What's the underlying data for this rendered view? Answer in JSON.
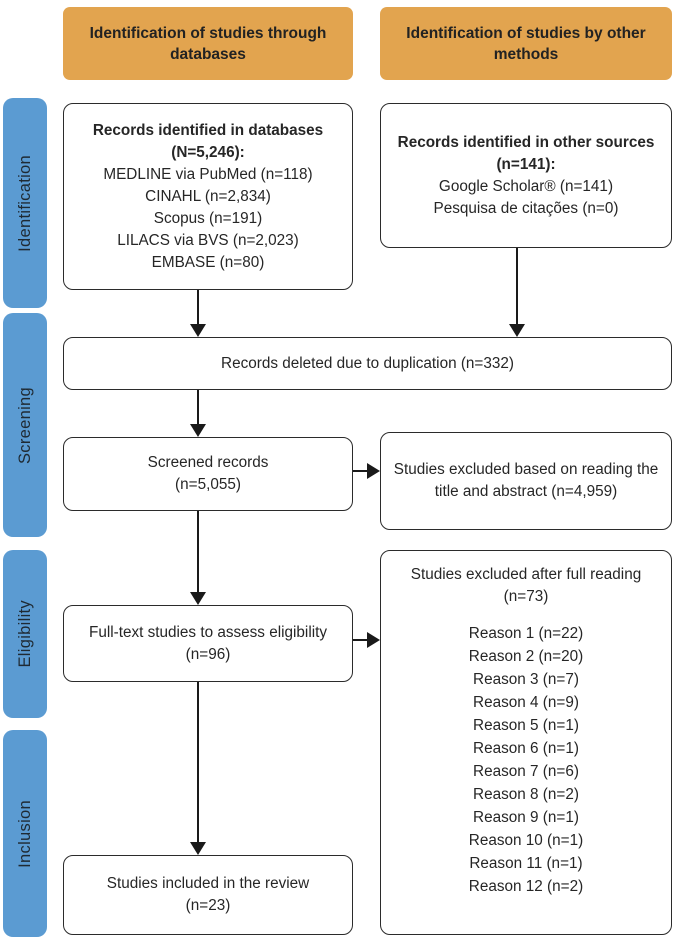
{
  "colors": {
    "accent_orange": "#E2A44F",
    "accent_blue": "#5B9BD2",
    "box_border": "#2b2b2b",
    "text": "#262626"
  },
  "headers": {
    "databases": "Identification of studies through databases",
    "other_methods": "Identification of studies by other methods"
  },
  "stages": [
    {
      "label": "Identification"
    },
    {
      "label": "Screening"
    },
    {
      "label": "Eligibility"
    },
    {
      "label": "Inclusion"
    }
  ],
  "boxes": {
    "databases": {
      "title": "Records identified in databases (N=5,246):",
      "items": [
        "MEDLINE via PubMed (n=118)",
        "CINAHL (n=2,834)",
        "Scopus (n=191)",
        "LILACS via BVS (n=2,023)",
        "EMBASE (n=80)"
      ]
    },
    "other_sources": {
      "title": "Records identified in other sources (n=141):",
      "items": [
        "Google Scholar® (n=141)",
        "Pesquisa de citações (n=0)"
      ]
    },
    "duplicates": {
      "text": "Records deleted due to duplication (n=332)"
    },
    "screened": {
      "line1": "Screened records",
      "line2": "(n=5,055)"
    },
    "excluded_abstract": {
      "text": "Studies excluded based on reading the title and abstract (n=4,959)"
    },
    "fulltext": {
      "line1": "Full-text studies to assess eligibility",
      "line2": "(n=96)"
    },
    "excluded_fullread": {
      "title": "Studies excluded after full reading",
      "subtitle": "(n=73)",
      "reasons": [
        "Reason 1 (n=22)",
        "Reason 2 (n=20)",
        "Reason 3 (n=7)",
        "Reason 4 (n=9)",
        "Reason 5 (n=1)",
        "Reason 6 (n=1)",
        "Reason 7 (n=6)",
        "Reason 8 (n=2)",
        "Reason 9 (n=1)",
        "Reason 10 (n=1)",
        "Reason 11 (n=1)",
        "Reason 12 (n=2)"
      ]
    },
    "included": {
      "line1": "Studies included in the review",
      "line2": "(n=23)"
    }
  }
}
